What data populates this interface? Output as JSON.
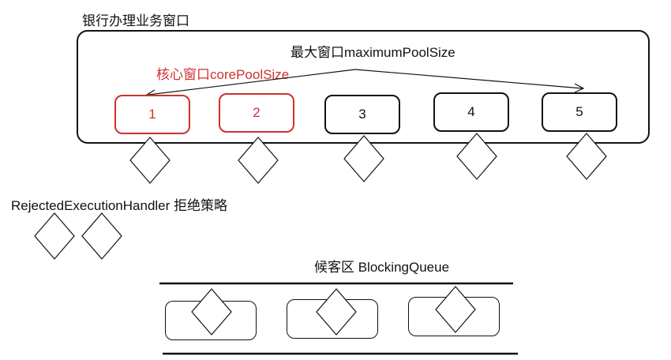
{
  "title": "银行办理业务窗口",
  "max_window_label": "最大窗口maximumPoolSize",
  "core_window_label": "核心窗口corePoolSize",
  "counters": [
    "1",
    "2",
    "3",
    "4",
    "5"
  ],
  "rejected_label": "RejectedExecutionHandler 拒绝策略",
  "queue_label": "候客区 BlockingQueue",
  "colors": {
    "core": "#d0312d",
    "line": "#111111"
  },
  "icons": {
    "customer": "diamond-customer-icon"
  }
}
